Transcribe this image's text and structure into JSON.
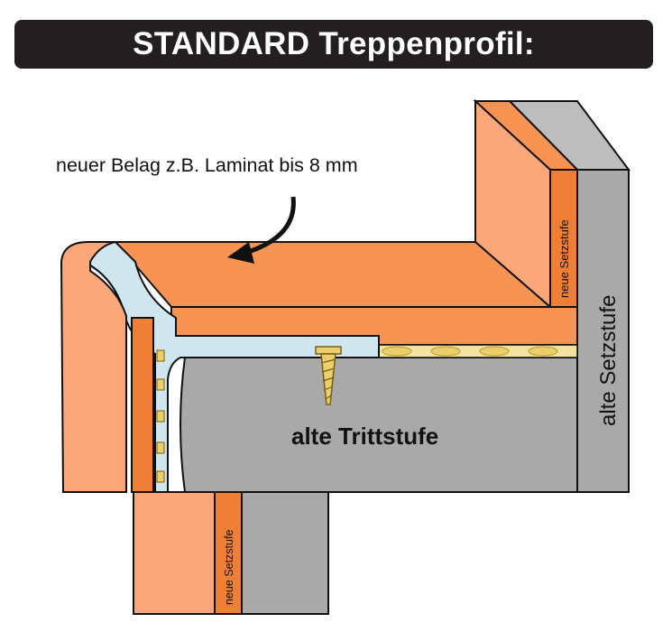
{
  "title": "STANDARD Treppenprofil:",
  "labels": {
    "new_covering": "neuer Belag z.B. Laminat bis 8 mm",
    "new_riser_top": "neue Setzstufe",
    "old_riser": "alte Setzstufe",
    "old_tread": "alte Trittstufe",
    "new_riser_bottom": "neue Setzstufe"
  },
  "colors": {
    "orange_light": "#fba779",
    "orange": "#f79454",
    "orange_dark": "#ee7f34",
    "gray": "#a9a9a9",
    "gray_light": "#c4c4c4",
    "profile_blue": "#cfe6ee",
    "screw_gold": "#ead06c",
    "title_bg": "#231f20"
  },
  "icons": {
    "arrow": "curved-arrow-icon",
    "screw": "screw-icon"
  }
}
